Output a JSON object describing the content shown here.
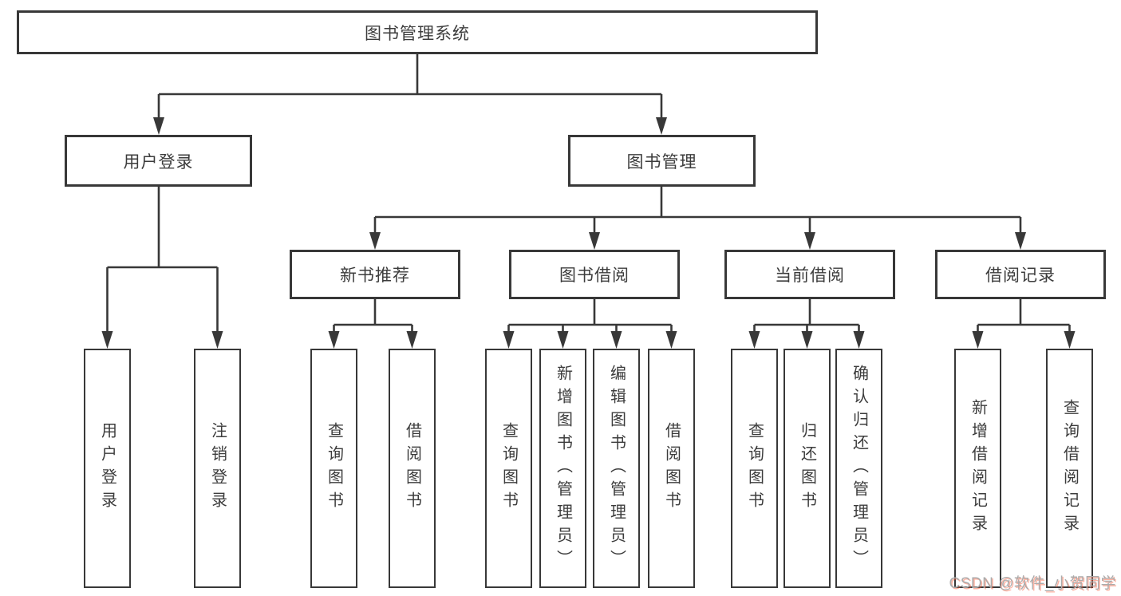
{
  "diagram": {
    "type": "hierarchy-tree",
    "root_label": "图书管理系统",
    "level2": {
      "user_login": "用户登录",
      "book_management": "图书管理"
    },
    "level3": {
      "new_book_recommend": "新书推荐",
      "book_borrow": "图书借阅",
      "current_borrow": "当前借阅",
      "borrow_record": "借阅记录"
    },
    "leaves": {
      "user_login": "用户登录",
      "logout": "注销登录",
      "nb_query_book": "查询图书",
      "nb_borrow_book": "借阅图书",
      "bb_query_book": "查询图书",
      "bb_add_book": "新增图书（管理员）",
      "bb_edit_book": "编辑图书（管理员）",
      "bb_borrow_book": "借阅图书",
      "cb_query_book": "查询图书",
      "cb_return_book": "归还图书",
      "cb_confirm_return": "确认归还（管理员）",
      "br_add_record": "新增借阅记录",
      "br_query_record": "查询借阅记录"
    },
    "colors": {
      "line": "#383838",
      "border": "#383838",
      "text": "#3c3c3c",
      "background": "#ffffff",
      "watermark_gray": "#ababab",
      "watermark_red": "#fc5531"
    }
  },
  "watermark": {
    "text": "CSDN @软件_小贺同学"
  }
}
